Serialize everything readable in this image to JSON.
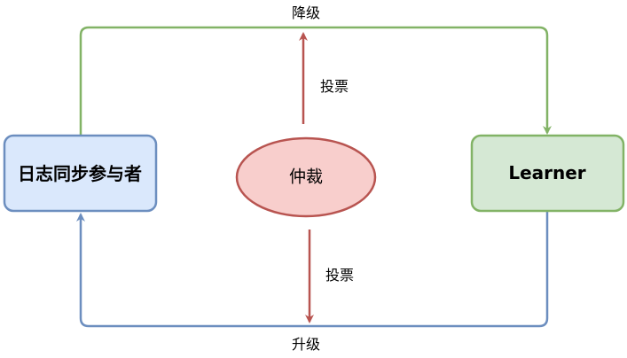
{
  "nodes": {
    "participant": {
      "label": "日志同步参与者",
      "fill": "#dae8fc",
      "stroke": "#6c8ebf"
    },
    "arbiter": {
      "label": "仲裁",
      "fill": "#f8cecc",
      "stroke": "#b85450"
    },
    "learner": {
      "label": "Learner",
      "fill": "#d5e8d4",
      "stroke": "#82b366"
    }
  },
  "edges": {
    "demote": {
      "label": "降级",
      "color": "#82b366"
    },
    "promote": {
      "label": "升级",
      "color": "#6c8ebf"
    },
    "vote_up": {
      "label": "投票",
      "color": "#b85450"
    },
    "vote_down": {
      "label": "投票",
      "color": "#b85450"
    }
  }
}
